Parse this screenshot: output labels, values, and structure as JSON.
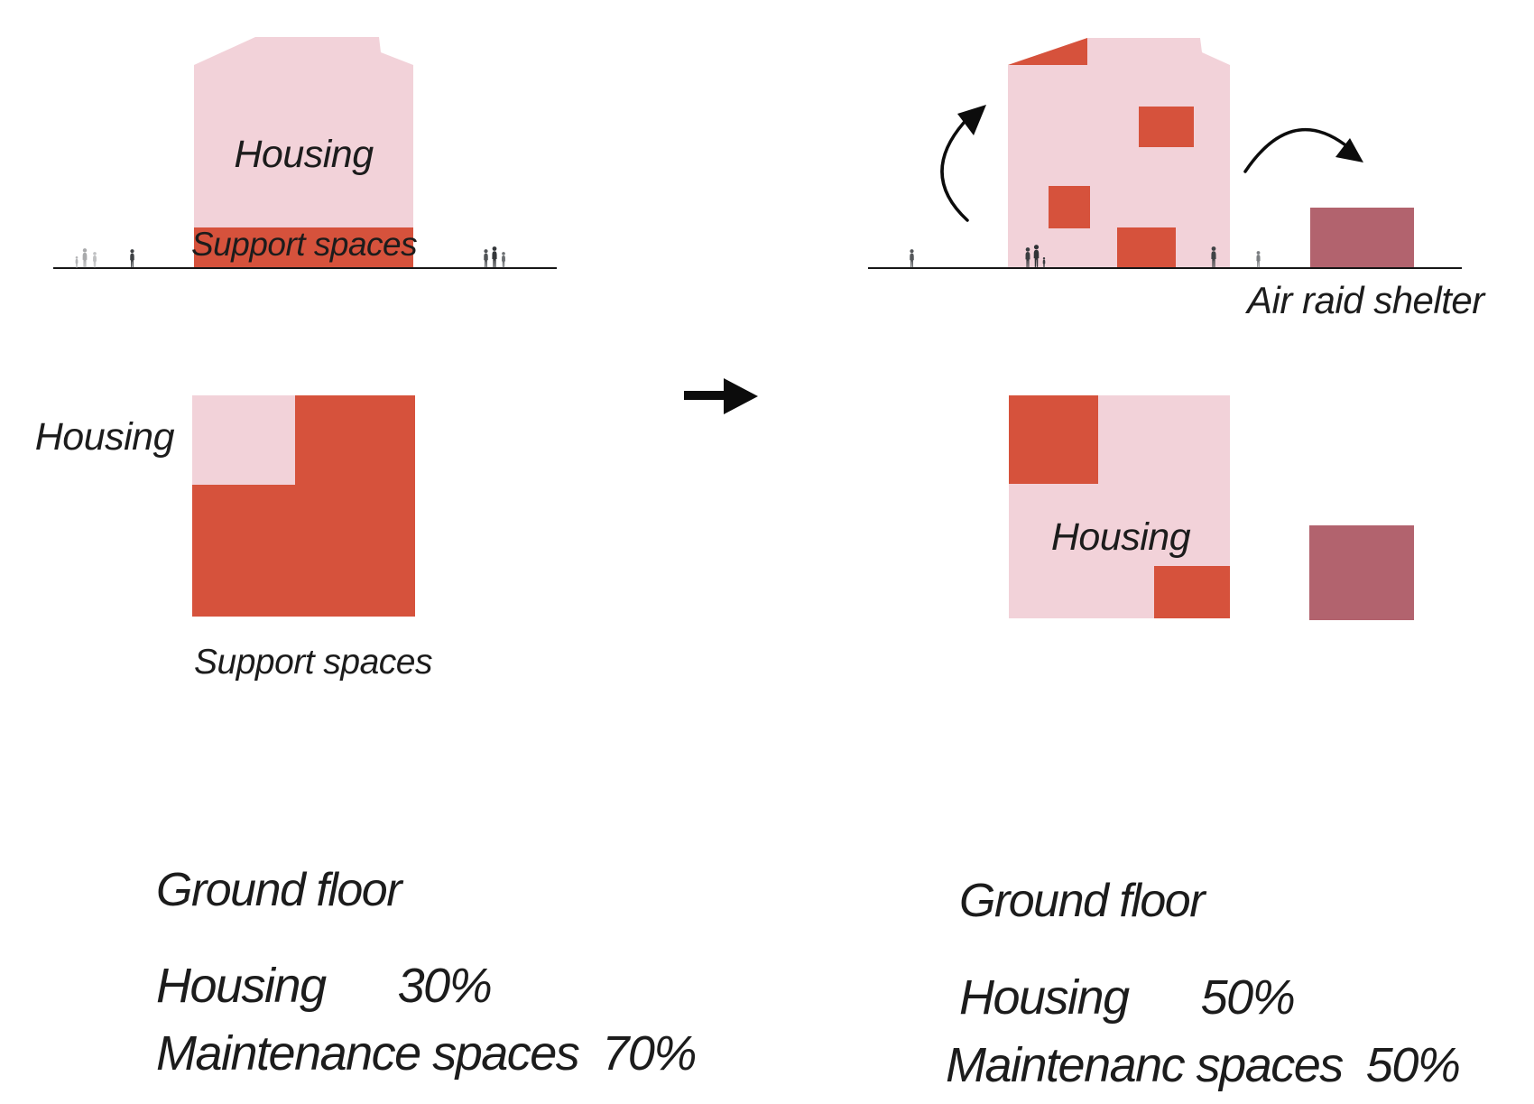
{
  "colors": {
    "pink": "#f2d2d9",
    "orange": "#d6523c",
    "mauve": "#b2636e",
    "ink": "#1c1c1c"
  },
  "before": {
    "elevation": {
      "building_label": "Housing",
      "base_band_label": "Support spaces"
    },
    "plan": {
      "side_label": "Housing",
      "caption": "Support spaces"
    },
    "stats": {
      "title": "Ground floor",
      "rows": [
        {
          "label": "Housing",
          "value": "30%"
        },
        {
          "label": "Maintenance spaces",
          "value": "70%"
        }
      ]
    }
  },
  "after": {
    "elevation": {
      "shelter_label": "Air raid shelter"
    },
    "plan": {
      "inner_label": "Housing"
    },
    "stats": {
      "title": "Ground floor",
      "rows": [
        {
          "label": "Housing",
          "value": "50%"
        },
        {
          "label": "Maintenanc spaces",
          "value": "50%"
        }
      ]
    }
  }
}
